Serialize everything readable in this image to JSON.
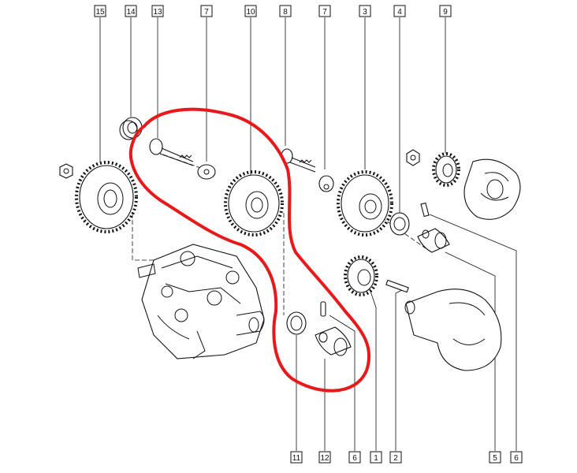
{
  "diagram": {
    "callouts_top": [
      "15",
      "14",
      "13",
      "7",
      "10",
      "8",
      "7",
      "3",
      "4",
      "9"
    ],
    "callouts_bottom": [
      "11",
      "12",
      "6",
      "1",
      "2",
      "5",
      "6"
    ],
    "highlight_color": "#e8191a",
    "line_color": "#111111"
  }
}
